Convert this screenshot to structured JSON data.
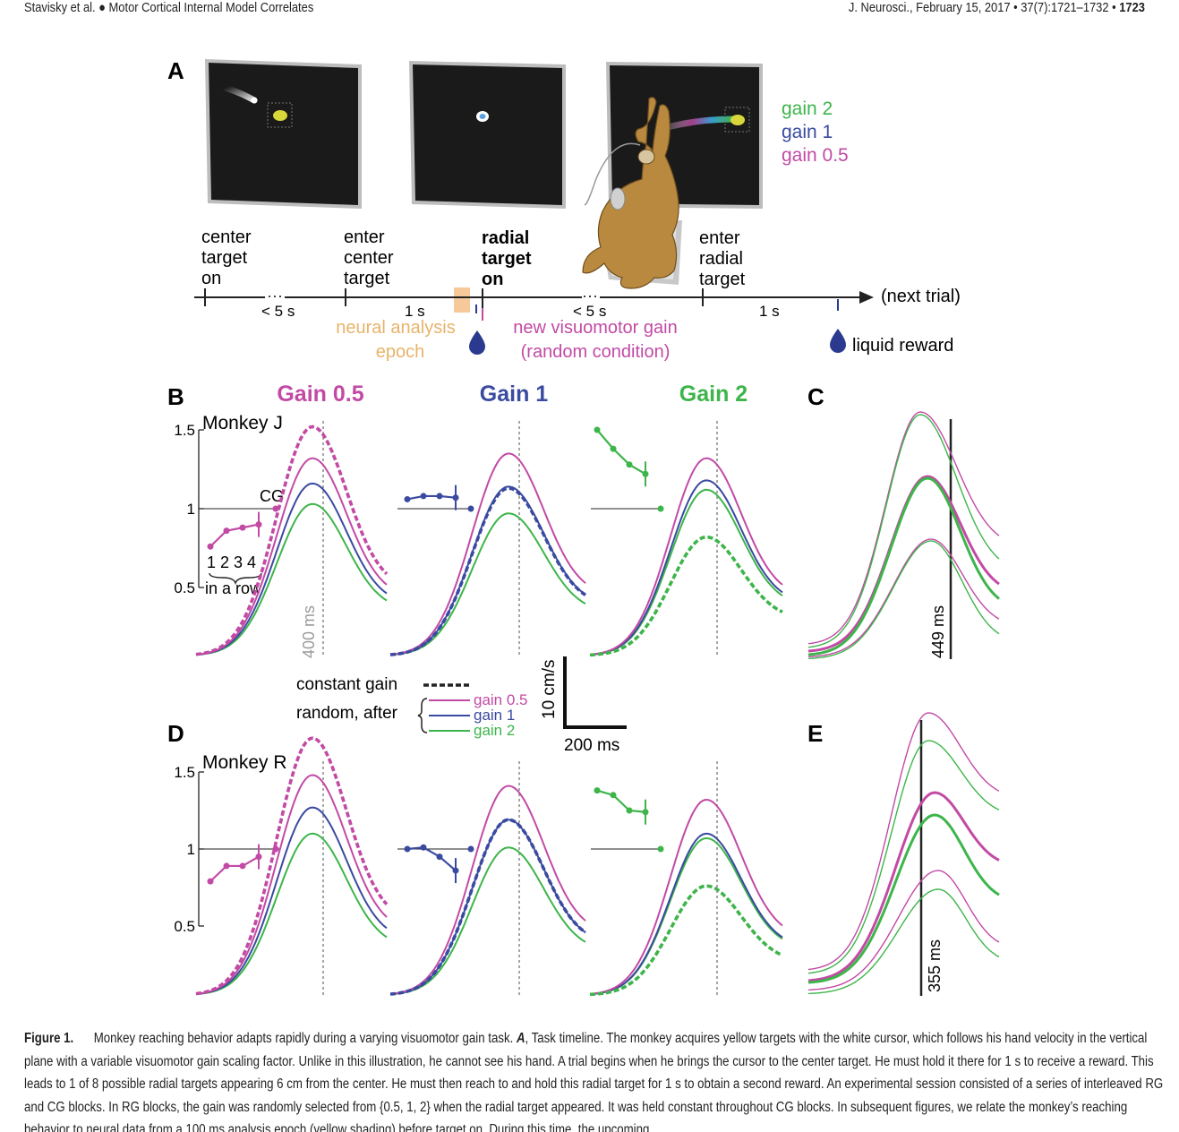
{
  "header": {
    "left_authors": "Stavisky et al.",
    "left_bullet": "●",
    "left_title": "Motor Cortical Internal Model Correlates",
    "right_journal": "J. Neurosci., February 15, 2017 • 37(7):1721–1732 •",
    "right_page": "1723"
  },
  "panel_labels": {
    "a": "A",
    "b": "B",
    "c": "C",
    "d": "D",
    "e": "E"
  },
  "gain_legend": [
    {
      "label": "gain 2",
      "color": "#3db54a"
    },
    {
      "label": "gain 1",
      "color": "#3a4aa0"
    },
    {
      "label": "gain 0.5",
      "color": "#c24aa5"
    }
  ],
  "timeline": {
    "event1": [
      "center",
      "target",
      "on"
    ],
    "event2": [
      "enter",
      "center",
      "target"
    ],
    "event3": [
      "radial",
      "target",
      "on"
    ],
    "event4": [
      "enter",
      "radial",
      "target"
    ],
    "dur1": "< 5 s",
    "dur2": "1 s",
    "dur3": "< 5 s",
    "dur4": "1 s",
    "next_trial": "(next trial)",
    "epoch_line1": "neural analysis",
    "epoch_line2": "epoch",
    "gain_line1": "new visuomotor gain",
    "gain_line2": "(random condition)",
    "reward": "liquid reward"
  },
  "gain_titles": [
    {
      "label": "Gain 0.5",
      "color": "#c24aa5"
    },
    {
      "label": "Gain 1",
      "color": "#3a4aa0"
    },
    {
      "label": "Gain 2",
      "color": "#3db54a"
    }
  ],
  "panel_b": {
    "monkey": "Monkey J",
    "cg_label": "CG",
    "trial_numbers": "1 2 3 4",
    "in_a_row": "in a row",
    "time_label": "400 ms",
    "yticks": [
      "1.5",
      "1",
      "0.5"
    ]
  },
  "panel_c": {
    "time_label": "449 ms"
  },
  "panel_d": {
    "monkey": "Monkey R",
    "yticks": [
      "1.5",
      "1",
      "0.5"
    ]
  },
  "panel_e": {
    "time_label": "355 ms"
  },
  "legend": {
    "constant_gain": "constant gain",
    "random_after": "random, after",
    "items": [
      {
        "label": "gain 0.5",
        "color": "#c24aa5"
      },
      {
        "label": "gain 1",
        "color": "#3a4aa0"
      },
      {
        "label": "gain 2",
        "color": "#3db54a"
      }
    ]
  },
  "scale_bar": {
    "vertical": "10 cm/s",
    "horizontal": "200 ms"
  },
  "colors": {
    "gain05": "#c24aa5",
    "gain1": "#3a4aa0",
    "gain2": "#3db54a",
    "epoch": "#f5c99a",
    "reward": "#2b3a8f"
  },
  "chart_data": [
    {
      "type": "line",
      "panel": "B-inset",
      "monkey": "Monkey J",
      "x": [
        "1",
        "2",
        "3",
        "4",
        "CG"
      ],
      "series": [
        {
          "values": [
            0.76,
            0.86,
            0.88,
            0.9,
            1.0
          ]
        },
        {
          "values": [
            1.06,
            1.08,
            1.08,
            1.07,
            1.0
          ]
        },
        {
          "values": [
            1.5,
            1.38,
            1.28,
            1.22,
            1.0
          ]
        }
      ],
      "ylim": [
        0.5,
        1.5
      ]
    },
    {
      "type": "line",
      "panel": "D-inset",
      "monkey": "Monkey R",
      "x": [
        "1",
        "2",
        "3",
        "4",
        "CG"
      ],
      "series": [
        {
          "values": [
            0.79,
            0.89,
            0.89,
            0.95,
            1.0
          ]
        },
        {
          "values": [
            1.0,
            1.01,
            0.95,
            0.86,
            1.0
          ]
        },
        {
          "values": [
            1.38,
            1.35,
            1.25,
            1.24,
            1.0
          ]
        }
      ],
      "ylim": [
        0.5,
        1.5
      ]
    },
    {
      "type": "line",
      "panel": "B",
      "monkey": "Monkey J",
      "subpanels": [
        {
          "peaks": {
            "constant": 1.52,
            "gain05": 1.32,
            "gain1": 1.16,
            "gain2": 1.03
          }
        },
        {
          "peaks": {
            "constant": 1.13,
            "gain05": 1.35,
            "gain1": 1.14,
            "gain2": 0.97
          }
        },
        {
          "peaks": {
            "constant": 0.82,
            "gain05": 1.32,
            "gain1": 1.18,
            "gain2": 1.12
          }
        }
      ]
    },
    {
      "type": "line",
      "panel": "D",
      "monkey": "Monkey R",
      "subpanels": [
        {
          "peaks": {
            "constant": 1.72,
            "gain05": 1.48,
            "gain1": 1.27,
            "gain2": 1.1
          }
        },
        {
          "peaks": {
            "constant": 1.19,
            "gain05": 1.41,
            "gain1": 1.19,
            "gain2": 1.01
          }
        },
        {
          "peaks": {
            "constant": 0.76,
            "gain05": 1.32,
            "gain1": 1.1,
            "gain2": 1.07
          }
        }
      ]
    }
  ],
  "caption": {
    "figure_label": "Figure 1.",
    "text_part1": "Monkey reaching behavior adapts rapidly during a varying visuomotor gain task.",
    "bold_a": "A",
    "text_part2": ", Task timeline. The monkey acquires yellow targets with the white cursor, which follows his hand velocity in the vertical plane with a variable visuomotor gain scaling factor. Unlike in this illustration, he cannot see his hand. A trial begins when he brings the cursor to the center target. He must hold it there for 1 s to receive a reward. This leads to 1 of 8 possible radial targets appearing 6 cm from the center. He must then reach to and hold this radial target for 1 s to obtain a second reward. An experimental session consisted of a series of interleaved RG and CG blocks. In RG blocks, the gain was randomly selected from {0.5, 1, 2} when the radial target appeared. It was held constant throughout CG blocks. In subsequent figures, we relate the monkey’s reaching behavior to neural data from a 100 ms analysis epoch (yellow shading) before target on. During this time, the upcoming"
  }
}
